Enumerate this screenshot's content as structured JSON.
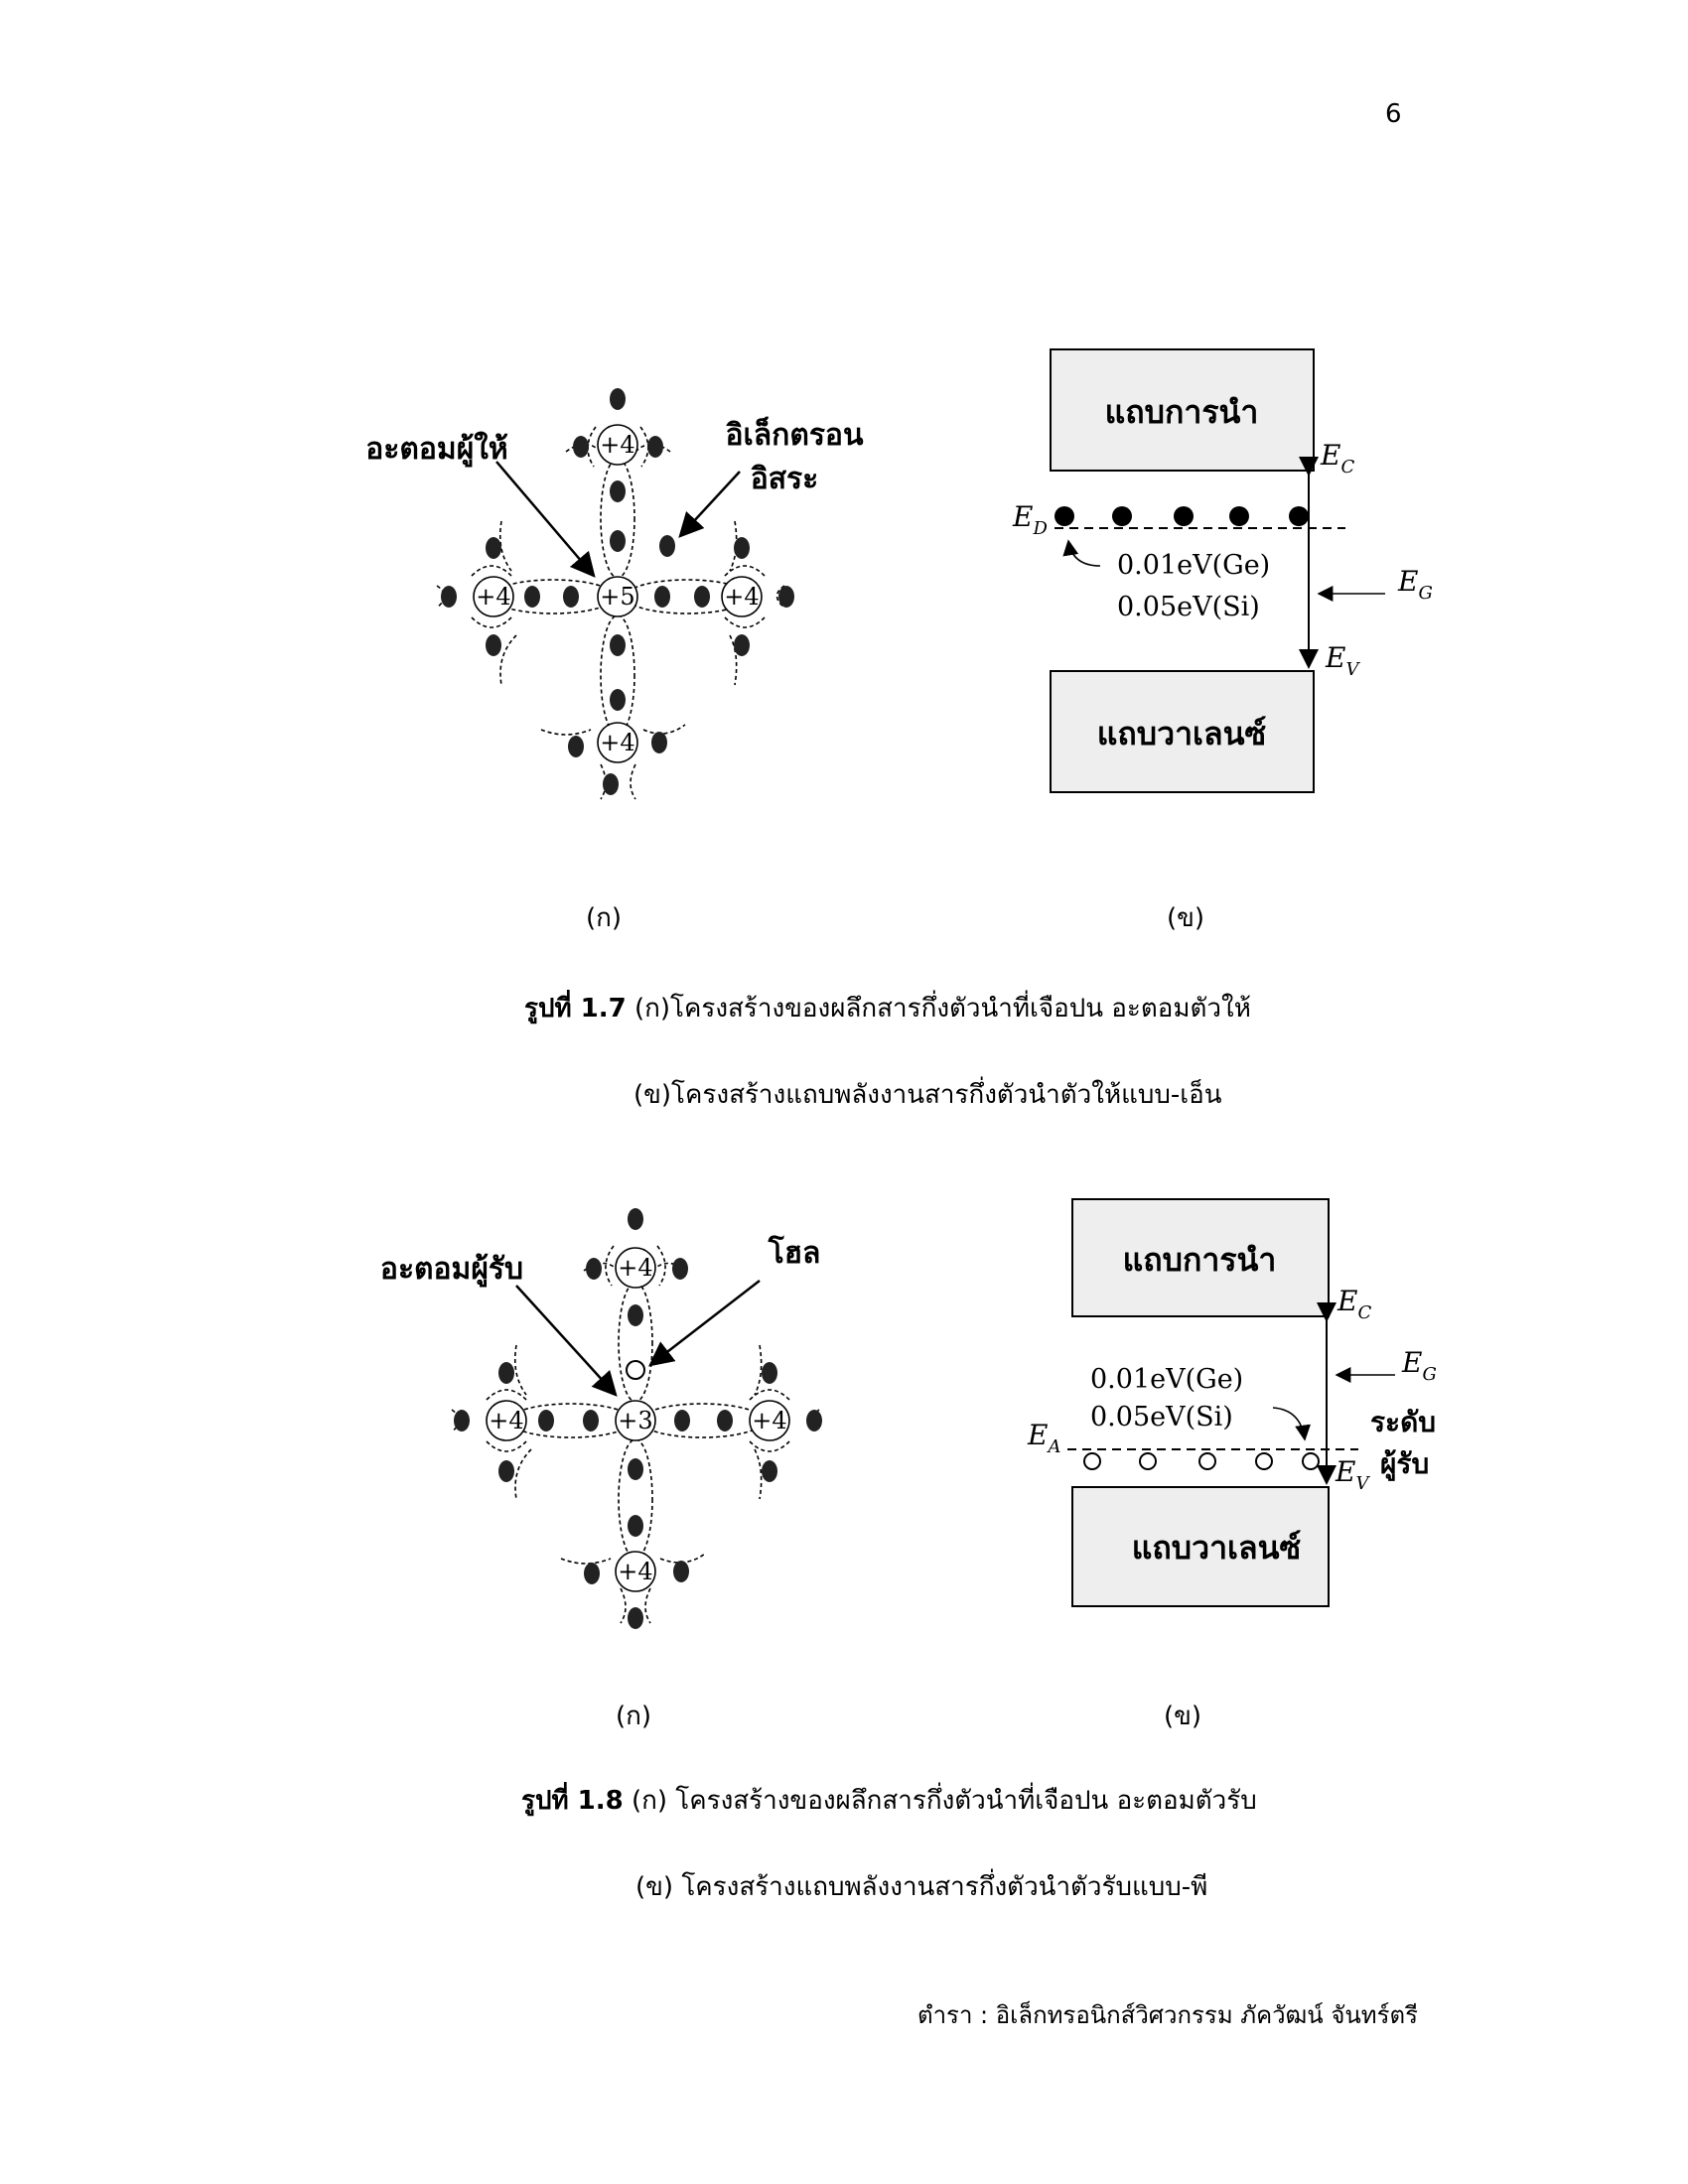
{
  "page_number": "6",
  "figure_1_7": {
    "lattice": {
      "atoms": [
        "+4",
        "+4",
        "+5",
        "+4",
        "+4"
      ],
      "label_donor_atom": "อะตอมผู้ให้",
      "label_free_electron_line1": "อิเล็กตรอน",
      "label_free_electron_line2": "อิสระ"
    },
    "band": {
      "conduction_band": "แถบการนำ",
      "valence_band": "แถบวาเลนซ์",
      "ec": "E",
      "ec_sub": "C",
      "ev": "E",
      "ev_sub": "V",
      "eg": "E",
      "eg_sub": "G",
      "ed": "E",
      "ed_sub": "D",
      "energy_ge": "0.01eV(Ge)",
      "energy_si": "0.05eV(Si)"
    },
    "sub_a": "(ก)",
    "sub_b": "(ข)",
    "caption_number": "รูปที่ 1.7",
    "caption_line1": " (ก)โครงสร้างของผลึกสารกึ่งตัวนำที่เจือปน อะตอมตัวให้",
    "caption_line2": "(ข)โครงสร้างแถบพลังงานสารกึ่งตัวนำตัวให้แบบ-เอ็น"
  },
  "figure_1_8": {
    "lattice": {
      "atoms": [
        "+4",
        "+4",
        "+3",
        "+4",
        "+4"
      ],
      "label_acceptor_atom": "อะตอมผู้รับ",
      "label_hole": "โฮล"
    },
    "band": {
      "conduction_band": "แถบการนำ",
      "valence_band": "แถบวาเลนซ์",
      "ec": "E",
      "ec_sub": "C",
      "ev": "E",
      "ev_sub": "V",
      "eg": "E",
      "eg_sub": "G",
      "ea": "E",
      "ea_sub": "A",
      "energy_ge": "0.01eV(Ge)",
      "energy_si": "0.05eV(Si)",
      "acceptor_level_line1": "ระดับ",
      "acceptor_level_line2": "ผู้รับ"
    },
    "sub_a": "(ก)",
    "sub_b": "(ข)",
    "caption_number": "รูปที่ 1.8",
    "caption_line1": " (ก) โครงสร้างของผลึกสารกึ่งตัวนำที่เจือปน อะตอมตัวรับ",
    "caption_line2": "(ข) โครงสร้างแถบพลังงานสารกึ่งตัวนำตัวรับแบบ-พี"
  },
  "footer": "ตำรา : อิเล็กทรอนิกส์วิศวกรรม    ภัควัฒน์ จันทร์ตรี"
}
